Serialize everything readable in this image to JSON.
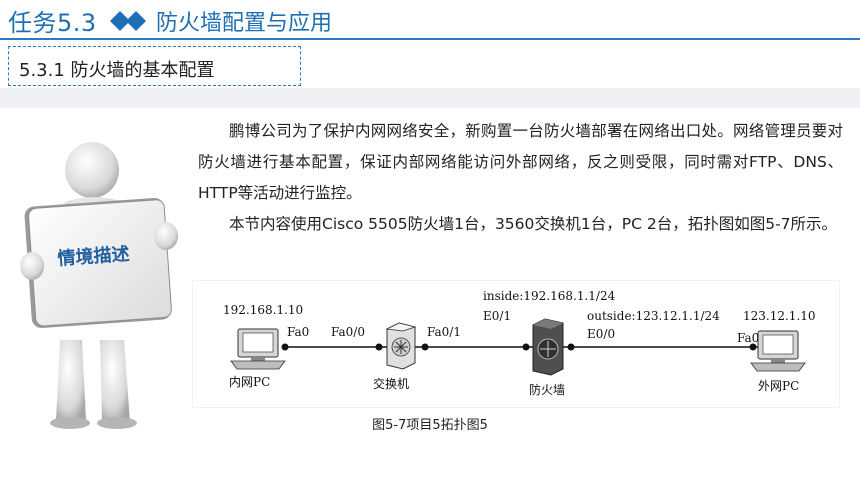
{
  "header": {
    "task_label": "任务5.3",
    "title": "防火墙配置与应用",
    "accent_color": "#1f6fb4"
  },
  "section": {
    "title": "5.3.1  防火墙的基本配置"
  },
  "sidebar_figure": {
    "sign_text": "情境描述"
  },
  "body": {
    "para1": "鹏博公司为了保护内网网络安全，新购置一台防火墙部署在网络出口处。网络管理员要对防火墙进行基本配置，保证内部网络能访问外部网络，反之则受限，同时需对FTP、DNS、HTTP等活动进行监控。",
    "para2": "本节内容使用Cisco 5505防火墙1台，3560交换机1台，PC 2台，拓扑图如图5-7所示。"
  },
  "topology": {
    "inner_pc_ip": "192.168.1.10",
    "inner_pc_port": "Fa0",
    "switch_port_left": "Fa0/0",
    "switch_port_right": "Fa0/1",
    "firewall_inside": "inside:192.168.1.1/24",
    "firewall_e01": "E0/1",
    "firewall_outside": "outside:123.12.1.1/24",
    "firewall_e00": "E0/0",
    "outer_pc_ip": "123.12.1.10",
    "outer_pc_port": "Fa0",
    "inner_pc_label": "内网PC",
    "switch_label": "交换机",
    "firewall_label": "防火墙",
    "outer_pc_label": "外网PC",
    "icons": [
      "pc-icon",
      "switch-icon",
      "firewall-icon",
      "pc-icon"
    ]
  },
  "caption": "图5-7项目5拓扑图5"
}
